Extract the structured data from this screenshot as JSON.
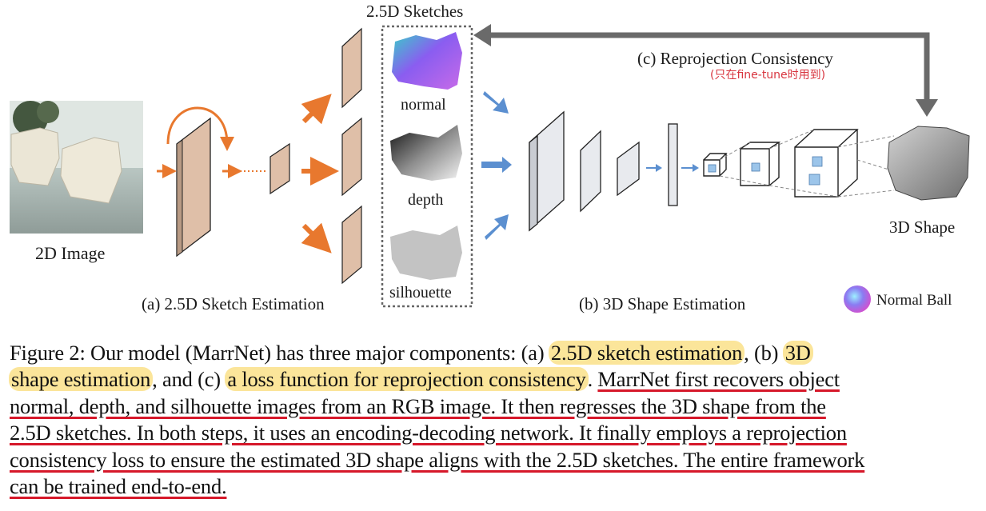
{
  "figure": {
    "sketches_title": "2.5D Sketches",
    "input_label": "2D Image",
    "sketch_labels": [
      "normal",
      "depth",
      "silhouette"
    ],
    "reprojection_label": "(c) Reprojection Consistency",
    "reprojection_note": "(只在fine-tune时用到)",
    "output_label": "3D Shape",
    "stage_a_label": "(a) 2.5D Sketch Estimation",
    "stage_b_label": "(b) 3D Shape Estimation",
    "normal_ball_label": "Normal Ball",
    "colors": {
      "orange_arrow": "#e8782e",
      "blue_arrow": "#5b8fd0",
      "layer_tan": "#dfbfa8",
      "layer_gray": "#e8eaee",
      "cube_blue": "#9cc5ea",
      "feedback_arrow": "#6a6a6a",
      "highlight": "#fbe59a",
      "underline": "#d6182a"
    }
  },
  "caption": {
    "line1_a": "Figure 2: Our model (MarrNet) has three major components: (a) ",
    "line1_hl1": "2.5D sketch estimation",
    "line1_b": ", (b) ",
    "line1_hl2": "3D",
    "line2_hl2": "shape estimation",
    "line2_b": ", and (c) ",
    "line2_hl3": "a loss function for reprojection consistency",
    "line2_c": ". ",
    "line2_ul": "MarrNet first recovers object",
    "line3": "normal, depth, and silhouette images from an RGB image. It then regresses the 3D shape from the",
    "line4": "2.5D sketches. In both steps, it uses an encoding-decoding network. It finally employs a reprojection",
    "line5": "consistency loss to ensure the estimated 3D shape aligns with the 2.5D sketches. The entire framework",
    "line6": "can be trained end-to-end."
  }
}
